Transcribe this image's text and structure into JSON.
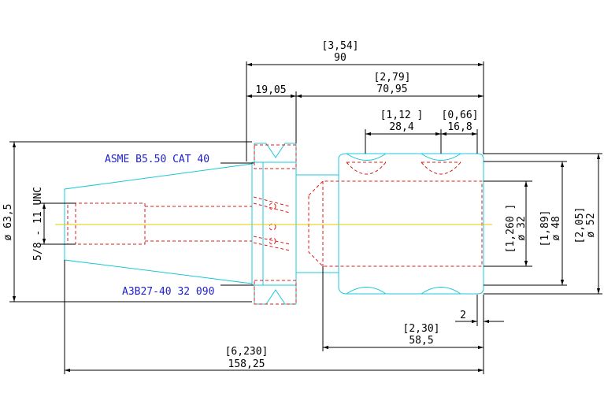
{
  "colors": {
    "outline": "#18c8d8",
    "hidden": "#e01818",
    "centerline": "#e6c800",
    "dimension": "#000000",
    "note": "#2020c8"
  },
  "notes": {
    "spec": "ASME B5.50 CAT 40",
    "part_number": "A3B27-40 32 090"
  },
  "dimensions": {
    "overall_inch": "[3,54]",
    "overall_mm": "90",
    "flange_mm": "19,05",
    "body_inch": "[2,79]",
    "body_mm": "70,95",
    "groove1_inch": "[1,12 ]",
    "groove1_mm": "28,4",
    "groove2_inch": "[0,66]",
    "groove2_mm": "16,8",
    "dia_flange": "ø 63,5",
    "thread": "5/8 - 11 UNC",
    "bore_inch": "[1,260 ]",
    "bore_mm": "ø 32",
    "body_dia_inch": "[1,89]",
    "body_dia_mm": "ø 48",
    "outer_dia_inch": "[2,05]",
    "outer_dia_mm": "ø 52",
    "step": "2",
    "nose_inch": "[2,30]",
    "nose_mm": "58,5",
    "total_inch": "[6,230]",
    "total_mm": "158,25"
  }
}
